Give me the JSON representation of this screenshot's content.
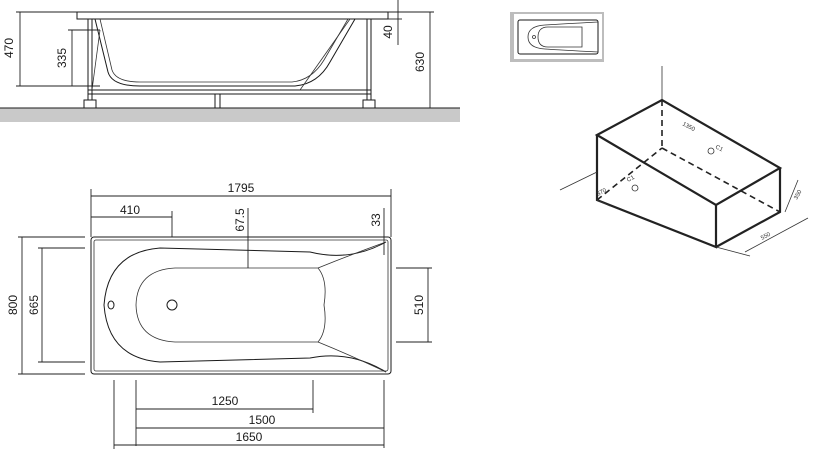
{
  "side_view": {
    "height_total_label": "470",
    "height_inner_label": "335",
    "rim_label": "40",
    "overall_height_label": "630"
  },
  "top_view": {
    "length_label": "1795",
    "offset_label": "410",
    "inset_label": "67.5",
    "corner_label": "33",
    "width_label": "800",
    "inner_width_label": "665",
    "right_width_label": "510",
    "bottom_inner_label": "1250",
    "bottom_mid_label": "1500",
    "bottom_outer_label": "1650"
  },
  "iso_view": {
    "label_a": "1350",
    "label_b": "C1",
    "label_c": "C1",
    "label_d": "370",
    "label_e": "350",
    "label_f": "550"
  },
  "colors": {
    "floor": "#c9c9c9",
    "line": "#1a1a1a",
    "thumb_frame": "#bdbdbd"
  }
}
